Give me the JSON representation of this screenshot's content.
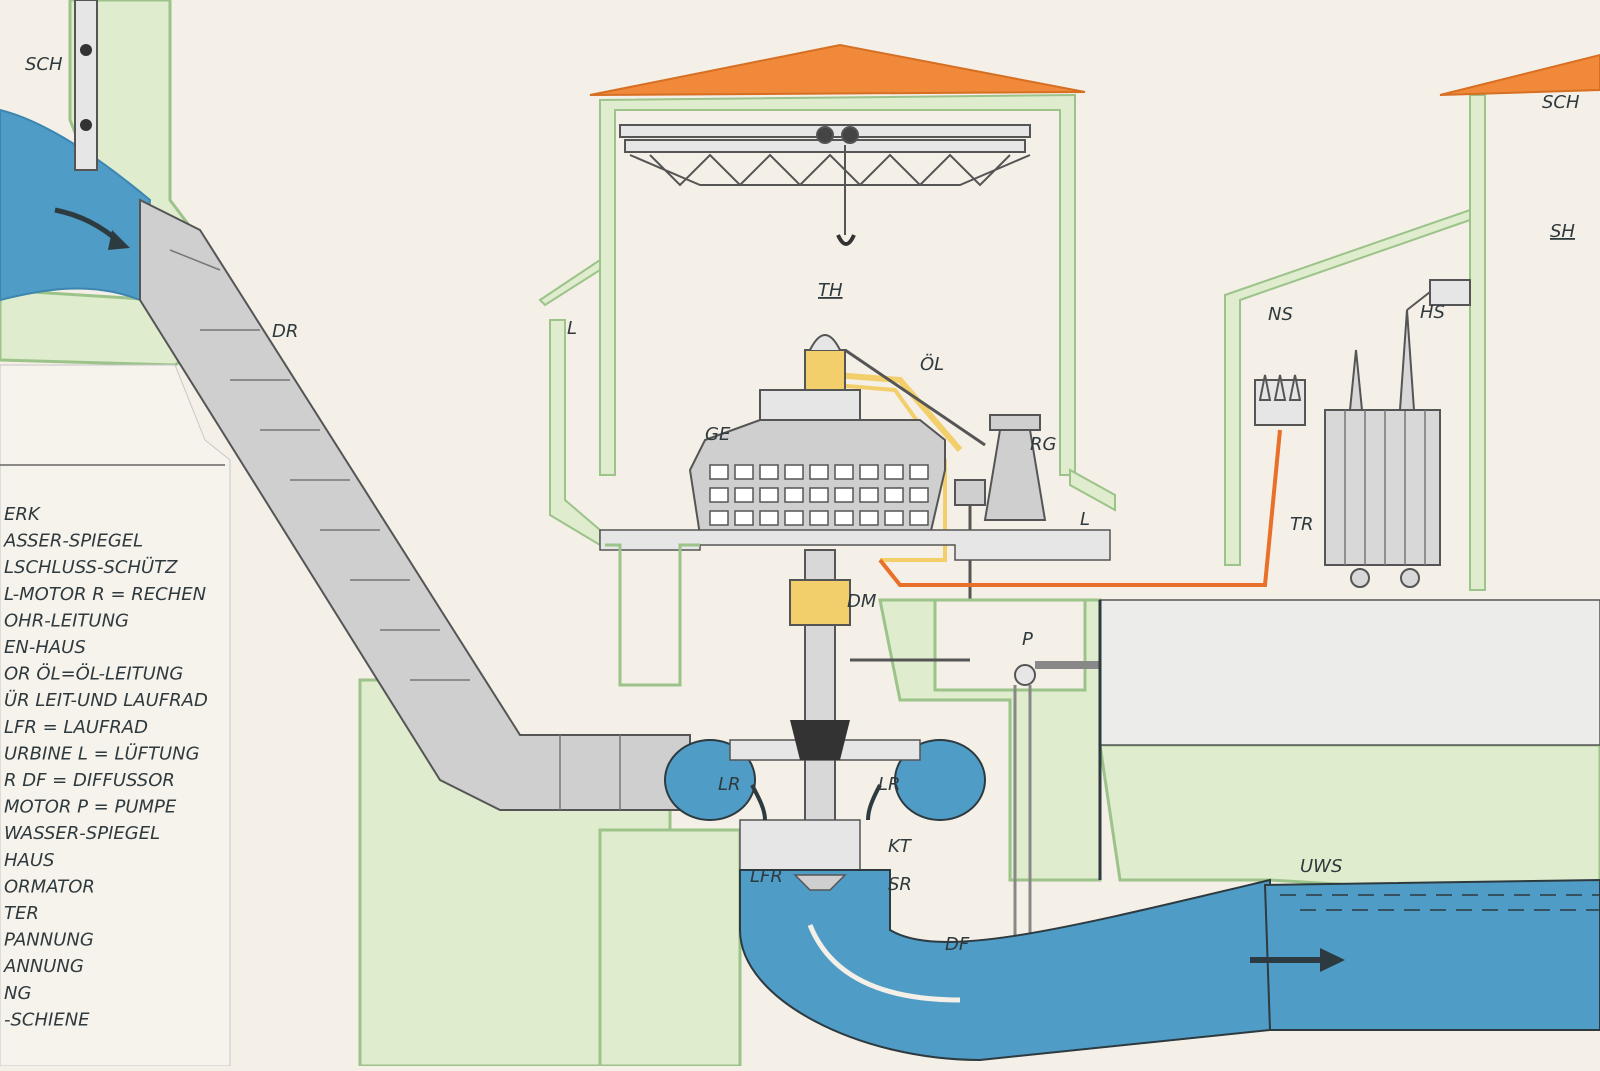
{
  "labels": {
    "sch_left": "SCH",
    "dr": "DR",
    "th": "TH",
    "oel": "ÖL",
    "ge": "GE",
    "rg": "RG",
    "l_left": "L",
    "l_right": "L",
    "dm": "DM",
    "p": "P",
    "lr_left": "LR",
    "lr_right": "LR",
    "kt": "KT",
    "lfr": "LFR",
    "sr": "SR",
    "df": "DF",
    "uws": "UWS",
    "ns": "NS",
    "hs": "HS",
    "tr": "TR",
    "sch_right": "SCH",
    "sh": "SH"
  },
  "legend": [
    "ERK",
    "ASSER-SPIEGEL",
    "LSCHLUSS-SCHÜTZ",
    "L-MOTOR   R = RECHEN",
    "OHR-LEITUNG",
    "EN-HAUS",
    "OR    ÖL=ÖL-LEITUNG",
    "ÜR  LEIT-UND LAUFRAD",
    "LFR = LAUFRAD",
    "URBINE    L = LÜFTUNG",
    "R    DF = DIFFUSSOR",
    "MOTOR    P = PUMPE",
    "WASSER-SPIEGEL",
    "HAUS",
    "ORMATOR",
    "TER",
    "PANNUNG",
    "ANNUNG",
    "NG",
    "-SCHIENE"
  ],
  "colors": {
    "paper": "#f4efe7",
    "ground": "#dfeccd",
    "ground_line": "#9cc38a",
    "water": "#4f9cc6",
    "water_dark": "#3d86b0",
    "roof": "#f08a3a",
    "steel": "#c9c9c9",
    "steel_dark": "#555555",
    "cable": "#e8702a",
    "oil": "#f2cf6a",
    "concrete": "#e6e6e6"
  }
}
